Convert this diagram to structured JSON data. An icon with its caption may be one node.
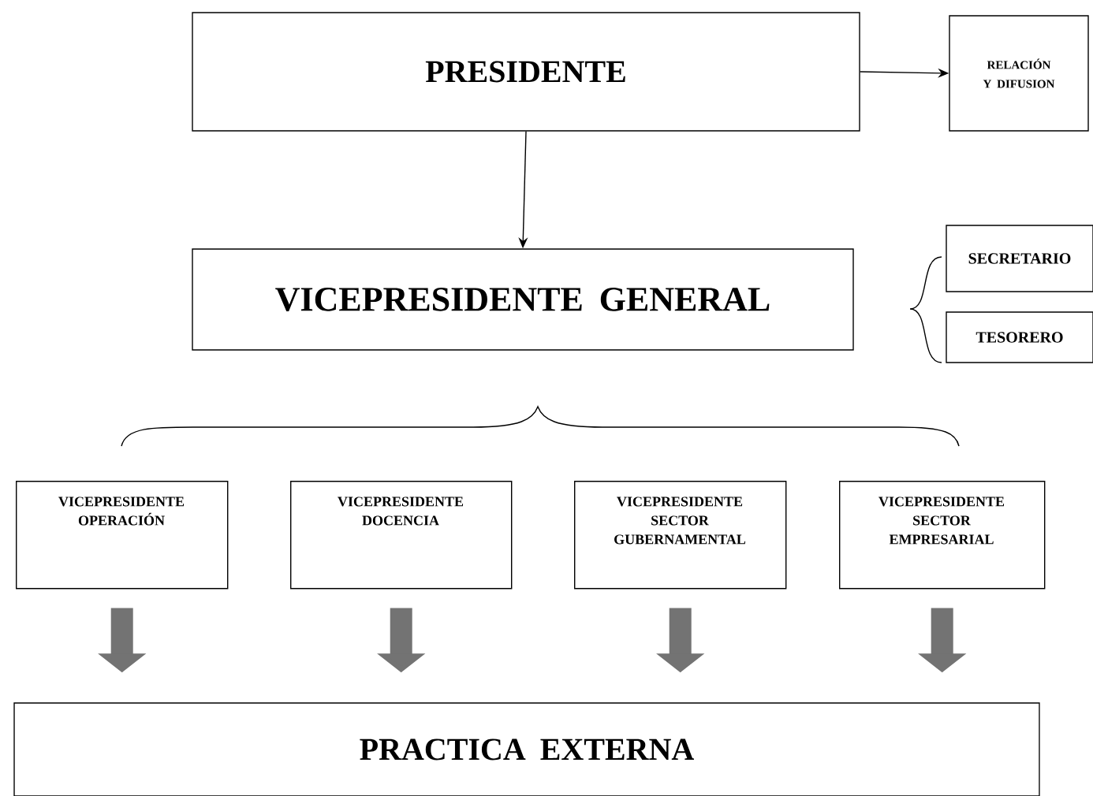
{
  "diagram": {
    "nodes": [
      {
        "text": [
          "PRESIDENTE"
        ]
      },
      {
        "text": [
          "RELACIÓN Y DIFUSION"
        ]
      },
      {
        "text": [
          "VICEPRESIDENTE GENERAL"
        ]
      },
      {
        "text": [
          "SECRETARIO"
        ]
      },
      {
        "text": [
          "TESORERO"
        ]
      },
      {
        "text": [
          "VICEPRESIDENTE OPERACIÓN"
        ]
      },
      {
        "text": [
          "VICEPRESIDENTE DOCENCIA"
        ]
      },
      {
        "text": [
          "VICEPRESIDENTE SECTOR GUBERNAMENTAL"
        ]
      },
      {
        "text": [
          "VICEPRESIDENTE SECTOR EMPRESARIAL"
        ]
      },
      {
        "text": [
          "PRACTICA EXTERNA"
        ]
      }
    ],
    "edges": [
      {
        "from": 0,
        "to": 1,
        "arrow": "to",
        "color": "#000000"
      },
      {
        "from": 0,
        "to": 2,
        "arrow": "to",
        "color": "#000000"
      },
      {
        "from": 5,
        "to": 9,
        "arrow": "to"
      },
      {
        "from": 6,
        "to": 9,
        "arrow": "to"
      },
      {
        "from": 7,
        "to": 9,
        "arrow": "to"
      },
      {
        "from": 8,
        "to": 9,
        "arrow": "to"
      }
    ]
  }
}
